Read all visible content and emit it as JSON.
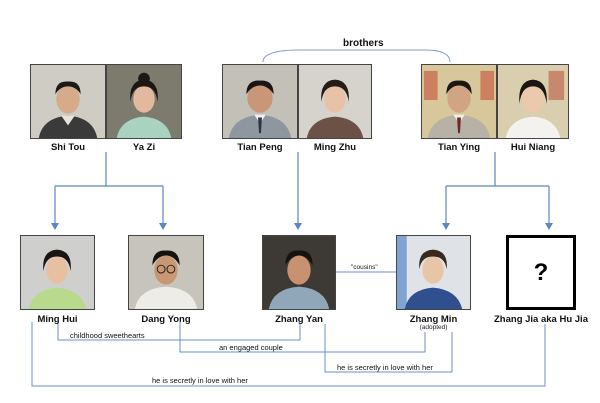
{
  "couples": {
    "left": {
      "husband": "Shi Tou",
      "wife": "Ya Zi"
    },
    "middle": {
      "husband": "Tian Peng",
      "wife": "Ming Zhu"
    },
    "right": {
      "husband": "Tian Ying",
      "wife": "Hui Niang"
    }
  },
  "brothers_label": "brothers",
  "children": {
    "ming_hui": "Ming Hui",
    "dang_yong": "Dang Yong",
    "zhang_yan": "Zhang Yan",
    "zhang_min": "Zhang Min",
    "zhang_min_note": "(adopted)",
    "zhang_jia": "Zhang Jia aka Hu Jia",
    "unknown_mark": "?"
  },
  "relations": {
    "cousins": "\"cousins\"",
    "childhood_sweethearts": "childhood sweethearts",
    "engaged_couple": "an engaged couple",
    "secret_love_zhang_yan": "he is secretly in love with her",
    "secret_love_dang_yong": "he is secretly in love with her"
  },
  "colors": {
    "connector": "#5b87c2",
    "relation_line": "#6a8fcf",
    "brothers_line": "#7f9ac8"
  }
}
